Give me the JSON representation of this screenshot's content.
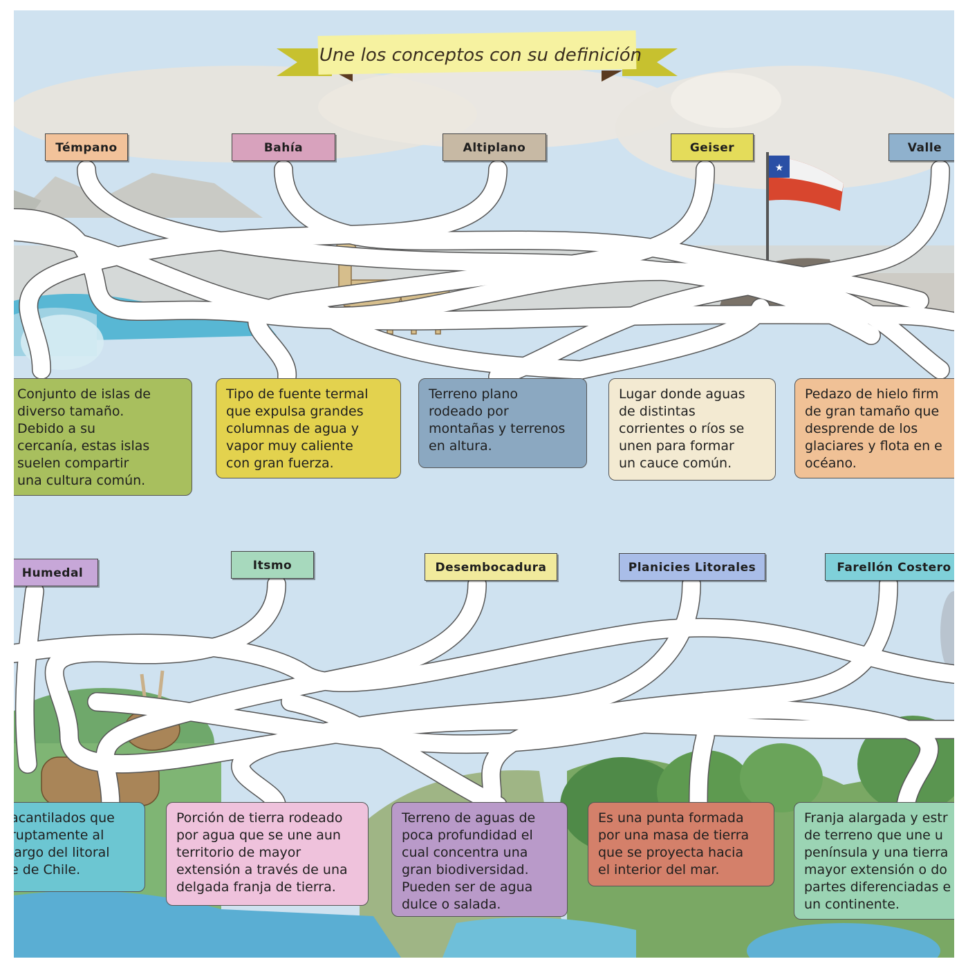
{
  "title": "Une los conceptos con su definición",
  "concepts_top": [
    {
      "label": "Témpano",
      "color": "#f2c29a"
    },
    {
      "label": "Bahía",
      "color": "#d8a2bd"
    },
    {
      "label": "Altiplano",
      "color": "#c7b9a4"
    },
    {
      "label": "Geiser",
      "color": "#e4dc5a"
    },
    {
      "label": "Valle",
      "color": "#8fb1cd"
    }
  ],
  "definitions_top": [
    {
      "text": "Conjunto de islas de\ndiverso tamaño.\nDebido a su\ncercanía, estas islas\nsuelen compartir\nuna cultura común.",
      "color": "#a8bf5e"
    },
    {
      "text": "Tipo de fuente termal\nque expulsa grandes\ncolumnas de agua y\nvapor muy caliente\ncon gran fuerza.",
      "color": "#e3d24e"
    },
    {
      "text": "Terreno plano\nrodeado por\nmontañas y terrenos\nen altura.",
      "color": "#8ba8c1"
    },
    {
      "text": "Lugar donde aguas\nde distintas\ncorrientes o ríos se\nunen para formar\nun cauce común.",
      "color": "#f3ead2"
    },
    {
      "text": "Pedazo de hielo firm\nde gran tamaño que\ndesprende de los\nglaciares y flota en e\nocéano.",
      "color": "#f0c196"
    }
  ],
  "concepts_bottom": [
    {
      "label": "Humedal",
      "color": "#c7a7d8"
    },
    {
      "label": "Itsmo",
      "color": "#a7d9bd"
    },
    {
      "label": "Desembocadura",
      "color": "#f1ea9c"
    },
    {
      "label": "Planicies Litorales",
      "color": "#a9bde8"
    },
    {
      "label": "Farellón Costero",
      "color": "#7fd0d9"
    }
  ],
  "definitions_bottom": [
    {
      "text": "acantilados que\nruptamente al\nlargo del litoral\ne de Chile.",
      "color": "#6cc6d2"
    },
    {
      "text": "Porción de tierra rodeado\npor agua que se une aun\nterritorio de mayor\nextensión a través de una\ndelgada franja de tierra.",
      "color": "#efc2dc"
    },
    {
      "text": "Terreno de aguas de\npoca profundidad el\ncual concentra una\ngran biodiversidad.\nPueden ser de agua\ndulce o salada.",
      "color": "#b99ac9"
    },
    {
      "text": "Es una punta formada\npor una masa de tierra\nque se proyecta hacia\nel interior del mar.",
      "color": "#d4806a"
    },
    {
      "text": "Franja alargada y estr\nde terreno que une u\npenínsula y una tierra\nmayor extensión o do\npartes diferenciadas e\nun continente.",
      "color": "#9bd4b4"
    }
  ]
}
